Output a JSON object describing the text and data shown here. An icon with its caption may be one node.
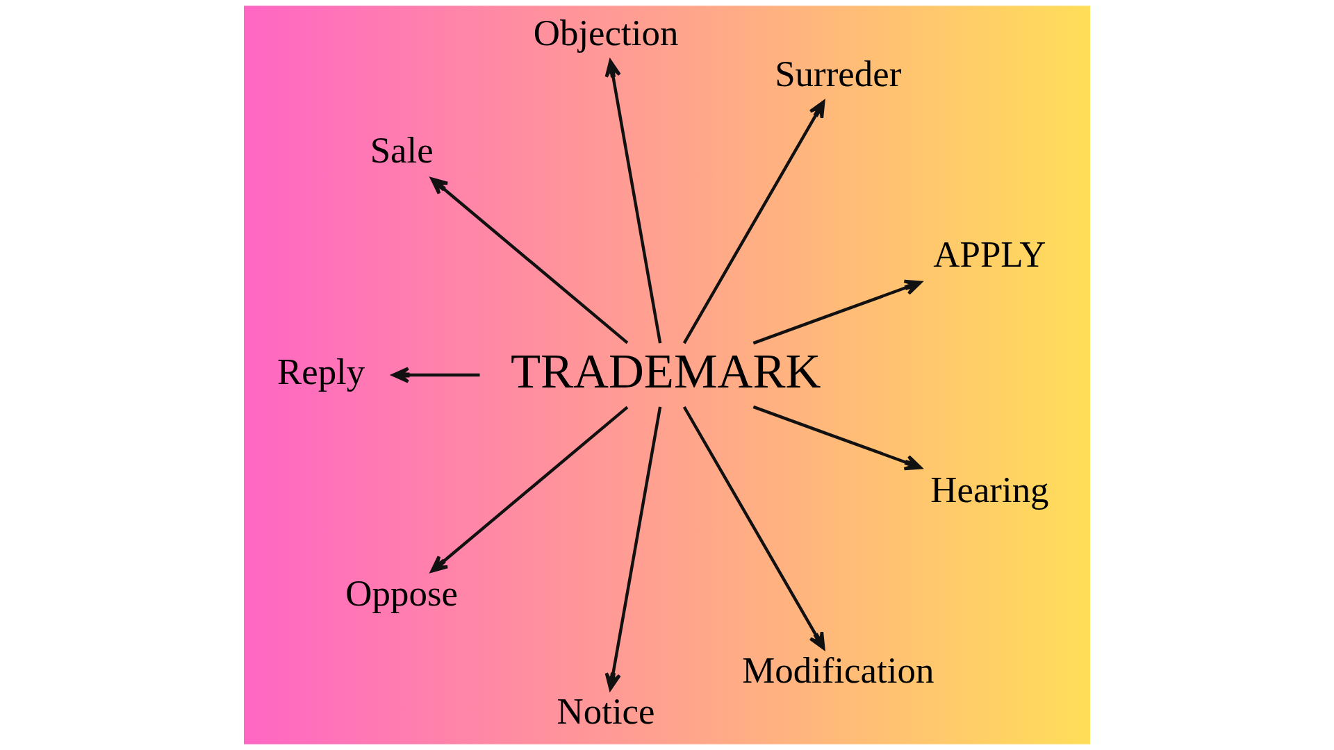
{
  "diagram": {
    "nodes": [
      {
        "text": [
          "APPLY"
        ]
      },
      {
        "text": [
          "Surreder"
        ]
      },
      {
        "text": [
          "Objection"
        ]
      },
      {
        "text": [
          "Sale"
        ]
      },
      {
        "text": [
          "Reply"
        ]
      },
      {
        "text": [
          "TRADEMARK"
        ]
      },
      {
        "text": [
          "Oppose"
        ]
      },
      {
        "text": [
          "Notice"
        ]
      },
      {
        "text": [
          "Modification"
        ]
      },
      {
        "text": [
          "Hearing"
        ]
      }
    ],
    "edges": [
      {
        "from": 5,
        "to": 0,
        "arrow": "to"
      },
      {
        "from": 5,
        "to": 1,
        "arrow": "to"
      },
      {
        "from": 5,
        "to": 2,
        "arrow": "to"
      },
      {
        "from": 5,
        "to": 3,
        "arrow": "to"
      },
      {
        "from": 5,
        "to": 4,
        "arrow": "to"
      },
      {
        "from": 5,
        "to": 6,
        "arrow": "to"
      },
      {
        "from": 5,
        "to": 7,
        "arrow": "to"
      },
      {
        "from": 5,
        "to": 8,
        "arrow": "to"
      },
      {
        "from": 5,
        "to": 9,
        "arrow": "to"
      }
    ]
  }
}
